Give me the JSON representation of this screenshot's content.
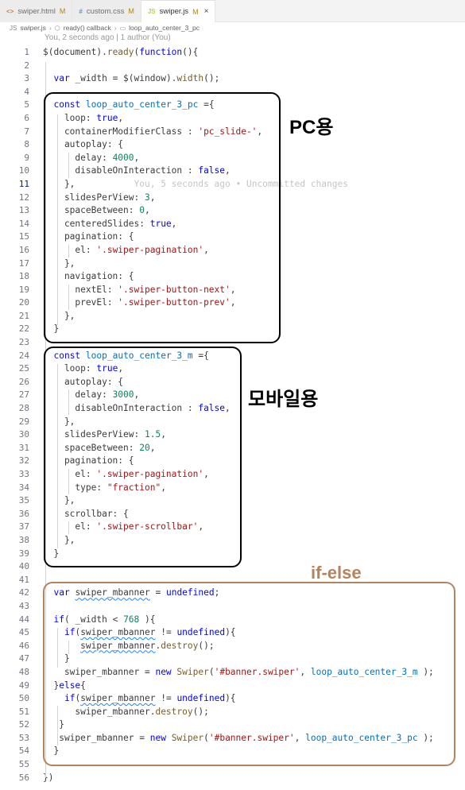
{
  "tabs": [
    {
      "icon": "<>",
      "label": "swiper.html",
      "modified": "M",
      "kind": "html"
    },
    {
      "icon": "#",
      "label": "custom.css",
      "modified": "M",
      "kind": "css"
    },
    {
      "icon": "JS",
      "label": "swiper.js",
      "modified": "M",
      "kind": "js",
      "close": "×"
    }
  ],
  "breadcrumb": {
    "file_icon": "JS",
    "file": "swiper.js",
    "sep1": "›",
    "fn": "ready() callback",
    "sep2": "›",
    "var": "loop_auto_center_3_pc"
  },
  "blame_header": "You, 2 seconds ago | 1 author (You)",
  "ghost_blame": "You, 5 seconds ago • Uncommitted changes",
  "annotations": {
    "pc": "PC용",
    "mobile": "모바일용",
    "ifelse": "if-else"
  },
  "colors": {
    "keyword": "#0000ff",
    "const": "#0070c1",
    "string": "#a31515",
    "number": "#098658",
    "function": "#795e26",
    "annotation_brown": "#b5835e"
  },
  "lines": [
    [
      [
        "p",
        "$(document)."
      ],
      [
        "f",
        "ready"
      ],
      [
        "p",
        "("
      ],
      [
        "k",
        "function"
      ],
      [
        "p",
        "(){"
      ]
    ],
    [],
    [
      [
        "p",
        "  "
      ],
      [
        "k",
        "var"
      ],
      [
        "p",
        " _width = $(window)."
      ],
      [
        "f",
        "width"
      ],
      [
        "p",
        "();"
      ]
    ],
    [],
    [
      [
        "p",
        "  "
      ],
      [
        "k",
        "const"
      ],
      [
        "p",
        " "
      ],
      [
        "c",
        "loop_auto_center_3_pc"
      ],
      [
        "p",
        " ={"
      ]
    ],
    [
      [
        "p",
        "    loop: "
      ],
      [
        "k",
        "true"
      ],
      [
        "p",
        ","
      ]
    ],
    [
      [
        "p",
        "    containerModifierClass : "
      ],
      [
        "s",
        "'pc_slide-'"
      ],
      [
        "p",
        ","
      ]
    ],
    [
      [
        "p",
        "    autoplay: {"
      ]
    ],
    [
      [
        "p",
        "      delay: "
      ],
      [
        "n",
        "4000"
      ],
      [
        "p",
        ","
      ]
    ],
    [
      [
        "p",
        "      disableOnInteraction : "
      ],
      [
        "k",
        "false"
      ],
      [
        "p",
        ","
      ]
    ],
    [
      [
        "p",
        "    },"
      ]
    ],
    [
      [
        "p",
        "    slidesPerView: "
      ],
      [
        "n",
        "3"
      ],
      [
        "p",
        ","
      ]
    ],
    [
      [
        "p",
        "    spaceBetween: "
      ],
      [
        "n",
        "0"
      ],
      [
        "p",
        ","
      ]
    ],
    [
      [
        "p",
        "    centeredSlides: "
      ],
      [
        "k",
        "true"
      ],
      [
        "p",
        ","
      ]
    ],
    [
      [
        "p",
        "    pagination: {"
      ]
    ],
    [
      [
        "p",
        "      el: "
      ],
      [
        "s",
        "'.swiper-pagination'"
      ],
      [
        "p",
        ","
      ]
    ],
    [
      [
        "p",
        "    },"
      ]
    ],
    [
      [
        "p",
        "    navigation: {"
      ]
    ],
    [
      [
        "p",
        "      nextEl: "
      ],
      [
        "s",
        "'.swiper-button-next'"
      ],
      [
        "p",
        ","
      ]
    ],
    [
      [
        "p",
        "      prevEl: "
      ],
      [
        "s",
        "'.swiper-button-prev'"
      ],
      [
        "p",
        ","
      ]
    ],
    [
      [
        "p",
        "    },"
      ]
    ],
    [
      [
        "p",
        "  }"
      ]
    ],
    [],
    [
      [
        "p",
        "  "
      ],
      [
        "k",
        "const"
      ],
      [
        "p",
        " "
      ],
      [
        "c",
        "loop_auto_center_3_m"
      ],
      [
        "p",
        " ={"
      ]
    ],
    [
      [
        "p",
        "    loop: "
      ],
      [
        "k",
        "true"
      ],
      [
        "p",
        ","
      ]
    ],
    [
      [
        "p",
        "    autoplay: {"
      ]
    ],
    [
      [
        "p",
        "      delay: "
      ],
      [
        "n",
        "3000"
      ],
      [
        "p",
        ","
      ]
    ],
    [
      [
        "p",
        "      disableOnInteraction : "
      ],
      [
        "k",
        "false"
      ],
      [
        "p",
        ","
      ]
    ],
    [
      [
        "p",
        "    },"
      ]
    ],
    [
      [
        "p",
        "    slidesPerView: "
      ],
      [
        "n",
        "1.5"
      ],
      [
        "p",
        ","
      ]
    ],
    [
      [
        "p",
        "    spaceBetween: "
      ],
      [
        "n",
        "20"
      ],
      [
        "p",
        ","
      ]
    ],
    [
      [
        "p",
        "    pagination: {"
      ]
    ],
    [
      [
        "p",
        "      el: "
      ],
      [
        "s",
        "'.swiper-pagination'"
      ],
      [
        "p",
        ","
      ]
    ],
    [
      [
        "p",
        "      type: "
      ],
      [
        "s",
        "\"fraction\""
      ],
      [
        "p",
        ","
      ]
    ],
    [
      [
        "p",
        "    },"
      ]
    ],
    [
      [
        "p",
        "    scrollbar: {"
      ]
    ],
    [
      [
        "p",
        "      el: "
      ],
      [
        "s",
        "'.swiper-scrollbar'"
      ],
      [
        "p",
        ","
      ]
    ],
    [
      [
        "p",
        "    },"
      ]
    ],
    [
      [
        "p",
        "  }"
      ]
    ],
    [],
    [],
    [
      [
        "p",
        "  "
      ],
      [
        "k",
        "var"
      ],
      [
        "p",
        " "
      ],
      [
        "sq",
        "swiper_mbanner"
      ],
      [
        "p",
        " = "
      ],
      [
        "k",
        "undefined"
      ],
      [
        "p",
        ";"
      ]
    ],
    [],
    [
      [
        "p",
        "  "
      ],
      [
        "k",
        "if"
      ],
      [
        "p",
        "( _width < "
      ],
      [
        "n",
        "768"
      ],
      [
        "p",
        " ){"
      ]
    ],
    [
      [
        "p",
        "    "
      ],
      [
        "k",
        "if"
      ],
      [
        "p",
        "("
      ],
      [
        "sq",
        "swiper_mbanner"
      ],
      [
        "p",
        " != "
      ],
      [
        "k",
        "undefined"
      ],
      [
        "p",
        "){"
      ]
    ],
    [
      [
        "p",
        "       "
      ],
      [
        "sq",
        "swiper_mbanner"
      ],
      [
        "p",
        "."
      ],
      [
        "f",
        "destroy"
      ],
      [
        "p",
        "();"
      ]
    ],
    [
      [
        "p",
        "    }"
      ]
    ],
    [
      [
        "p",
        "    swiper_mbanner = "
      ],
      [
        "k",
        "new"
      ],
      [
        "p",
        " "
      ],
      [
        "f",
        "Swiper"
      ],
      [
        "p",
        "("
      ],
      [
        "s",
        "'#banner.swiper'"
      ],
      [
        "p",
        ", "
      ],
      [
        "c",
        "loop_auto_center_3_m"
      ],
      [
        "p",
        " );"
      ]
    ],
    [
      [
        "p",
        "  }"
      ],
      [
        "k",
        "else"
      ],
      [
        "p",
        "{"
      ]
    ],
    [
      [
        "p",
        "    "
      ],
      [
        "k",
        "if"
      ],
      [
        "p",
        "("
      ],
      [
        "sq",
        "swiper_mbanner"
      ],
      [
        "p",
        " != "
      ],
      [
        "k",
        "undefined"
      ],
      [
        "p",
        "){"
      ]
    ],
    [
      [
        "p",
        "      swiper_mbanner."
      ],
      [
        "f",
        "destroy"
      ],
      [
        "p",
        "();"
      ]
    ],
    [
      [
        "p",
        "   }"
      ]
    ],
    [
      [
        "p",
        "   swiper_mbanner = "
      ],
      [
        "k",
        "new"
      ],
      [
        "p",
        " "
      ],
      [
        "f",
        "Swiper"
      ],
      [
        "p",
        "("
      ],
      [
        "s",
        "'#banner.swiper'"
      ],
      [
        "p",
        ", "
      ],
      [
        "c",
        "loop_auto_center_3_pc"
      ],
      [
        "p",
        " );"
      ]
    ],
    [
      [
        "p",
        "  }"
      ]
    ],
    [],
    [
      [
        "p",
        "})"
      ]
    ]
  ]
}
